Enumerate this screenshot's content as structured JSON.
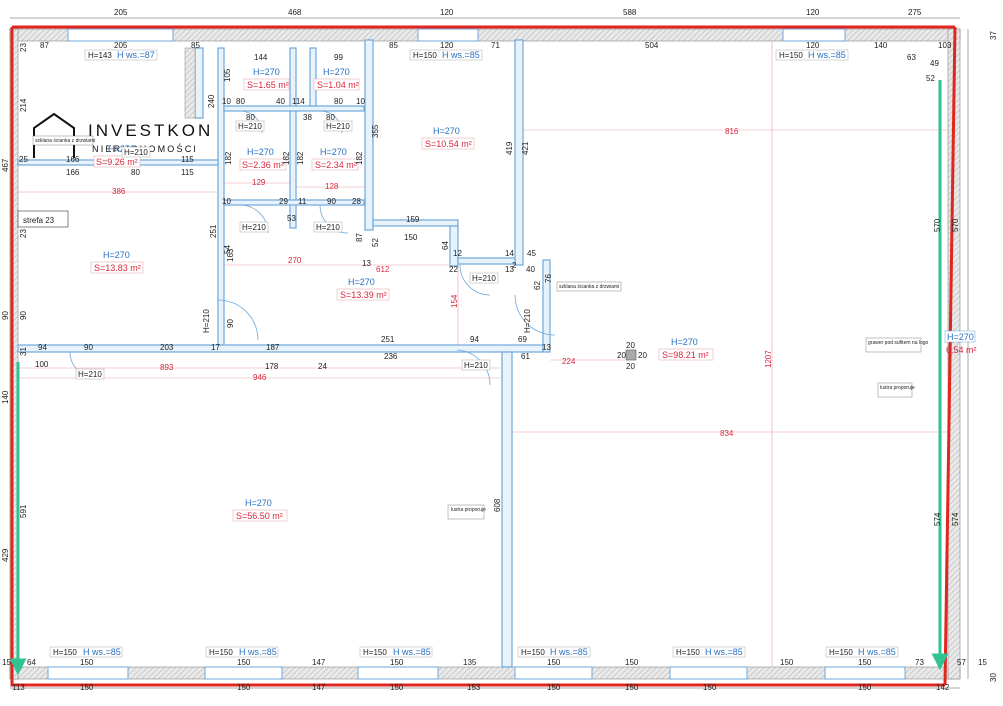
{
  "logo": {
    "brand": "INVESTKON",
    "sub": "NIERUCHOMOŚCI"
  },
  "zone_label": "strefa 23",
  "colors": {
    "outline": "#e0261f",
    "arrow": "#2fc38f",
    "wall": "#6fa8dc",
    "dim": "#d9263b",
    "hatch": "#bbbbbb"
  },
  "rooms": [
    {
      "h": "H=270",
      "s": "S=1.65 m²"
    },
    {
      "h": "H=270",
      "s": "S=1.04 m²"
    },
    {
      "h": "H=270",
      "s": "S=10.54 m²"
    },
    {
      "h": "H=270",
      "s": "S=9.26 m²"
    },
    {
      "h": "H=270",
      "s": "S=2.36 m²"
    },
    {
      "h": "H=270",
      "s": "S=2.34 m²"
    },
    {
      "h": "H=270",
      "s": "S=13.83 m²"
    },
    {
      "h": "H=270",
      "s": "S=13.39 m²"
    },
    {
      "h": "H=270",
      "s": "S=98.21 m²"
    },
    {
      "h": "H=270",
      "s": "S=56.50 m²"
    },
    {
      "h": "H=270",
      "s": "6.54 m²"
    }
  ],
  "windows_top": [
    {
      "h": "H=143",
      "ws": "H ws.=87"
    },
    {
      "h": "H=150",
      "ws": "H ws.=85"
    },
    {
      "h": "H=150",
      "ws": "H ws.=85"
    }
  ],
  "windows_bottom": [
    {
      "h": "H=150",
      "ws": "H ws.=85"
    },
    {
      "h": "H=150",
      "ws": "H ws.=85"
    },
    {
      "h": "H=150",
      "ws": "H ws.=85"
    },
    {
      "h": "H=150",
      "ws": "H ws.=85"
    },
    {
      "h": "H=150",
      "ws": "H ws.=85"
    },
    {
      "h": "H=150",
      "ws": "H ws.=85"
    }
  ],
  "doors": [
    "H=210",
    "H=210",
    "H=210",
    "H=210",
    "H=210",
    "H=210",
    "H=210",
    "H=210",
    "H=210",
    "H=210"
  ],
  "notes": [
    "szklana ścianka z drzwiami",
    "szklana ścianka z drzwiami",
    "lustra proporuje",
    "grawer pod sufitem na logo",
    "lustra proporuje"
  ],
  "top_dims": [
    "205",
    "468",
    "120",
    "588",
    "120",
    "275"
  ],
  "top_dims2": [
    "87",
    "205",
    "85",
    "144",
    "99",
    "85",
    "120",
    "71",
    "504",
    "120",
    "140",
    "103"
  ],
  "bottom_dims": [
    "113",
    "150",
    "150",
    "147",
    "150",
    "153",
    "150",
    "150",
    "150",
    "150",
    "142"
  ],
  "bottom_dims2": [
    "64",
    "150",
    "150",
    "147",
    "150",
    "135",
    "150",
    "150",
    "150",
    "150",
    "73",
    "57"
  ],
  "left_dims": [
    "23",
    "467",
    "214",
    "25",
    "386",
    "23",
    "90",
    "31",
    "90",
    "140",
    "591",
    "429",
    "15"
  ],
  "right_dims": [
    "37",
    "570",
    "570",
    "574",
    "574",
    "30",
    "15"
  ],
  "red_dims": [
    "129",
    "128",
    "270",
    "612",
    "154",
    "893",
    "946",
    "224",
    "816",
    "1207",
    "834",
    "608",
    "63",
    "52",
    "49"
  ],
  "inner_dims": [
    "105",
    "240",
    "80",
    "80",
    "40",
    "114",
    "80",
    "80",
    "10",
    "10",
    "38",
    "182",
    "182",
    "182",
    "182",
    "355",
    "419",
    "421",
    "251",
    "163",
    "90",
    "159",
    "150",
    "87",
    "52",
    "64",
    "13",
    "94",
    "203",
    "178",
    "187",
    "236",
    "251",
    "94",
    "69",
    "61",
    "13",
    "17",
    "24",
    "100",
    "90",
    "166",
    "166",
    "115",
    "115",
    "80",
    "76",
    "62",
    "2",
    "13",
    "14",
    "45",
    "40",
    "22",
    "12",
    "20",
    "20",
    "20",
    "20",
    "54",
    "28",
    "90",
    "29",
    "11",
    "10",
    "53"
  ]
}
